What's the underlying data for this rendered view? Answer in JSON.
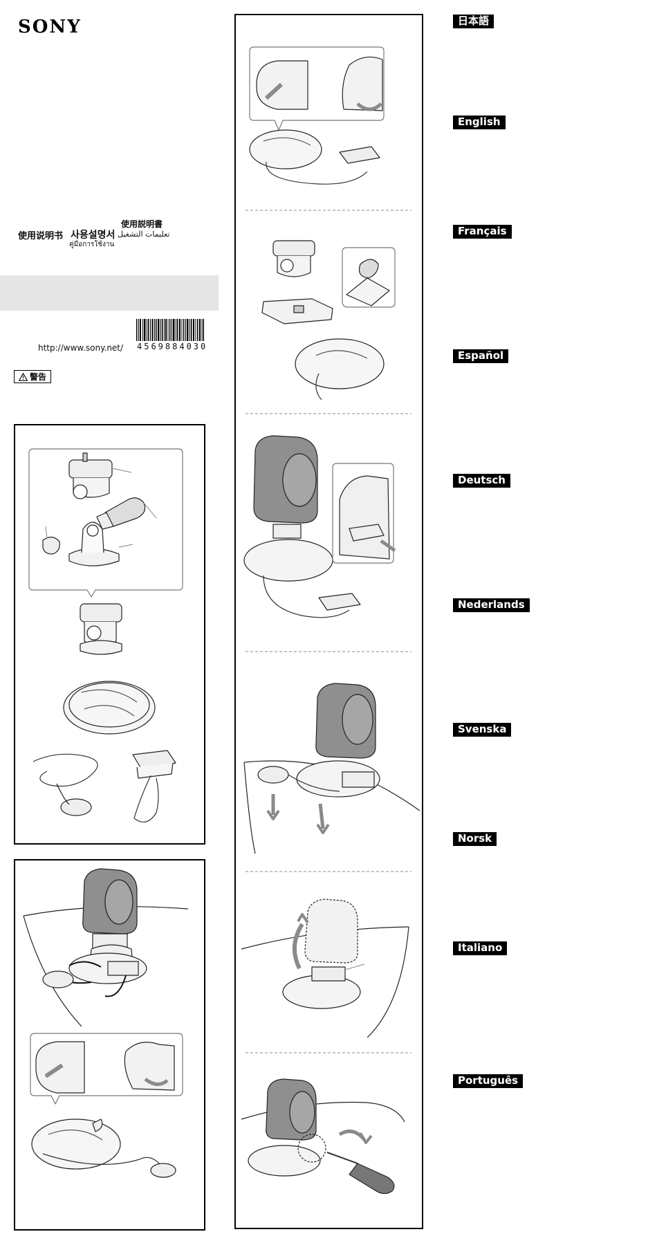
{
  "header": {
    "brand": "SONY",
    "titles": {
      "japanese": "使用説明書",
      "chinese_simplified": "使用说明书",
      "korean": "사용설명서",
      "arabic": "تعليمات التشغيل",
      "thai": "คู่มือการใช้งาน"
    }
  },
  "footer_info": {
    "url": "http://www.sony.net/",
    "barcode_number": "4569884030",
    "warning_label": "警告"
  },
  "languages": [
    {
      "label": "日本語"
    },
    {
      "label": "English"
    },
    {
      "label": "Français"
    },
    {
      "label": "Español"
    },
    {
      "label": "Deutsch"
    },
    {
      "label": "Nederlands"
    },
    {
      "label": "Svenska"
    },
    {
      "label": "Norsk"
    },
    {
      "label": "Italiano"
    },
    {
      "label": "Português"
    }
  ],
  "icons": {
    "warning": "warning-triangle-icon"
  },
  "colors": {
    "ink": "#000000",
    "band_gray": "#e5e5e5",
    "illustration_gray": "#9a9a9a"
  }
}
